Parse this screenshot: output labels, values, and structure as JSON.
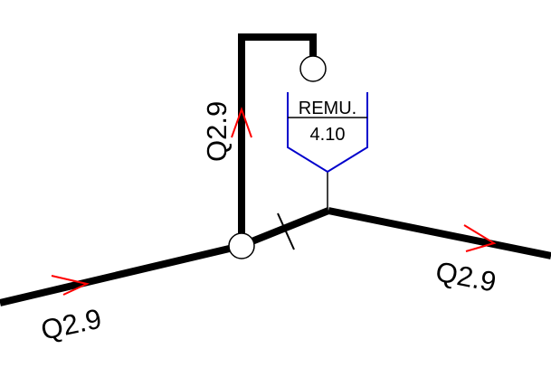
{
  "colors": {
    "pipe": "#000000",
    "flow_arrow": "#ff0000",
    "box_outline": "#0000cc",
    "background": "#ffffff"
  },
  "flow_labels": {
    "left_pipe": "Q2.9",
    "vertical_pipe": "Q2.9",
    "right_pipe": "Q2.9"
  },
  "box": {
    "title": "REMU.",
    "value": "4.10"
  }
}
